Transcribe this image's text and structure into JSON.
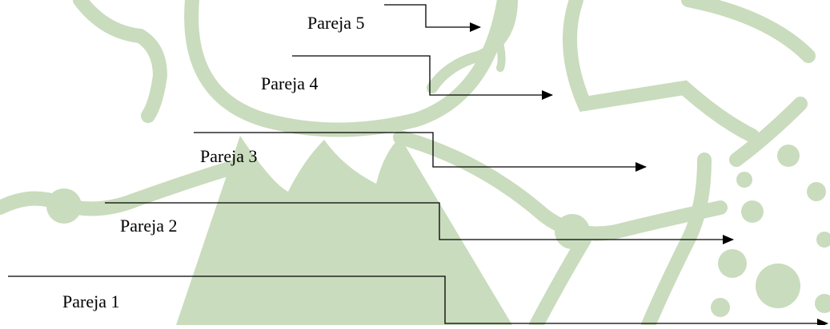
{
  "colors": {
    "background": "#ffffff",
    "decoration_green": "#c9dcbd",
    "line": "#000000"
  },
  "pairs": [
    {
      "label": "Pareja 5"
    },
    {
      "label": "Pareja 4"
    },
    {
      "label": "Pareja 3"
    },
    {
      "label": "Pareja 2"
    },
    {
      "label": "Pareja 1"
    }
  ]
}
